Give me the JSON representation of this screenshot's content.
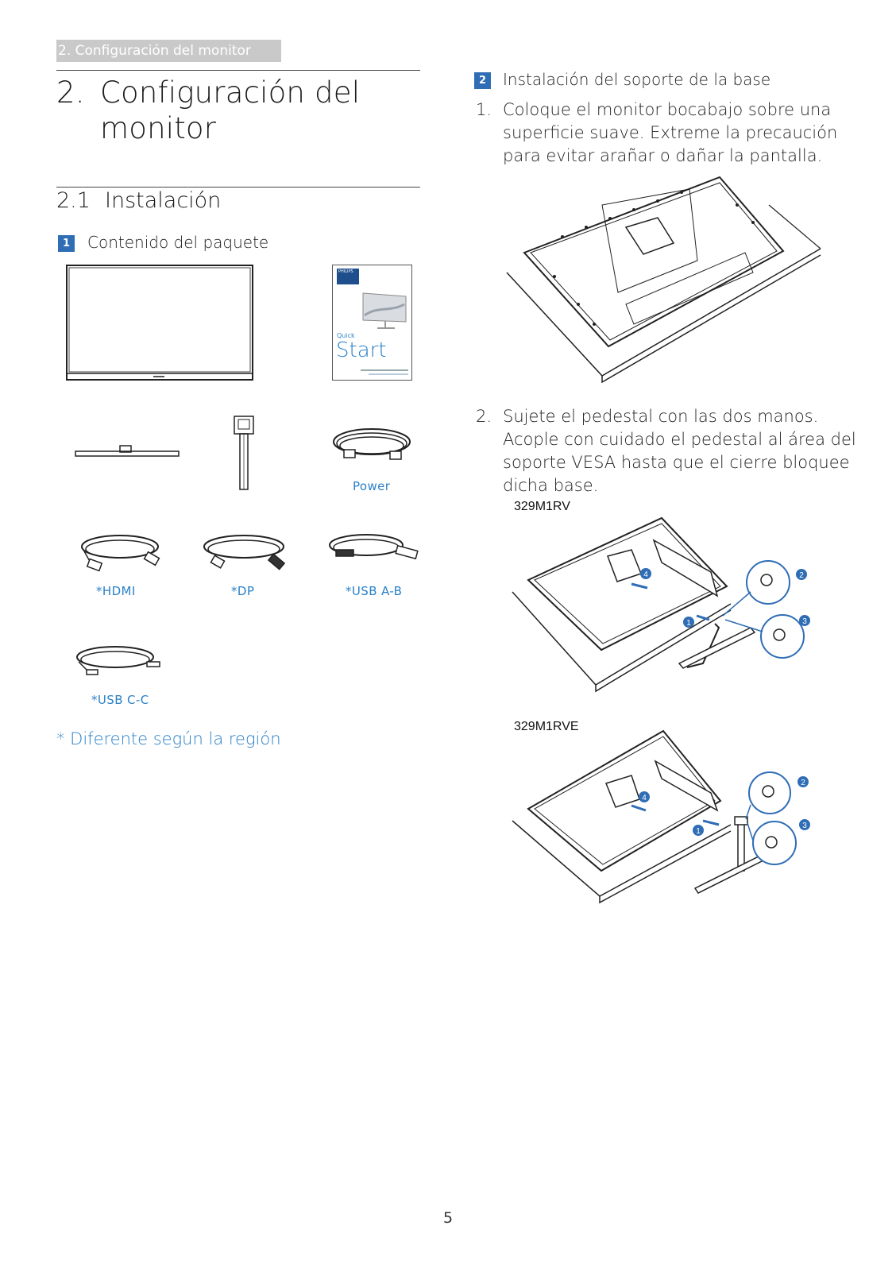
{
  "header": {
    "tab_label": "2. Configuración del monitor"
  },
  "left": {
    "chapter_number": "2.",
    "chapter_title_line1": "Configuración del",
    "chapter_title_line2": "monitor",
    "section_number": "2.1",
    "section_title": "Instalación",
    "step1_badge": "1",
    "step1_title": "Contenido del paquete",
    "guide": {
      "brand": "PHILIPS",
      "quick": "Quick",
      "start": "Start"
    },
    "captions": {
      "power": "Power",
      "hdmi": "*HDMI",
      "dp": "*DP",
      "usb_ab": "*USB A-B",
      "usb_cc": "*USB C-C"
    },
    "region_note": "* Diferente según la región"
  },
  "right": {
    "step2_badge": "2",
    "step2_title": "Instalación del soporte de la base",
    "item1_num": "1.",
    "item1_lines": [
      "Coloque el monitor bocabajo sobre una",
      "superficie suave. Extreme la precaución",
      "para evitar arañar o dañar la pantalla."
    ],
    "item2_num": "2.",
    "item2_lines": [
      "Sujete el pedestal con las dos manos.",
      "Acople con cuidado el pedestal al área del",
      "soporte VESA hasta que el cierre bloquee",
      "dicha base."
    ],
    "model_a": "329M1RV",
    "model_b": "329M1RVE",
    "callouts": [
      "1",
      "2",
      "3",
      "4"
    ]
  },
  "page_number": "5",
  "colors": {
    "accent": "#2f6db5",
    "caption_blue": "#2a80c8",
    "header_gray": "#c9c9c9"
  }
}
